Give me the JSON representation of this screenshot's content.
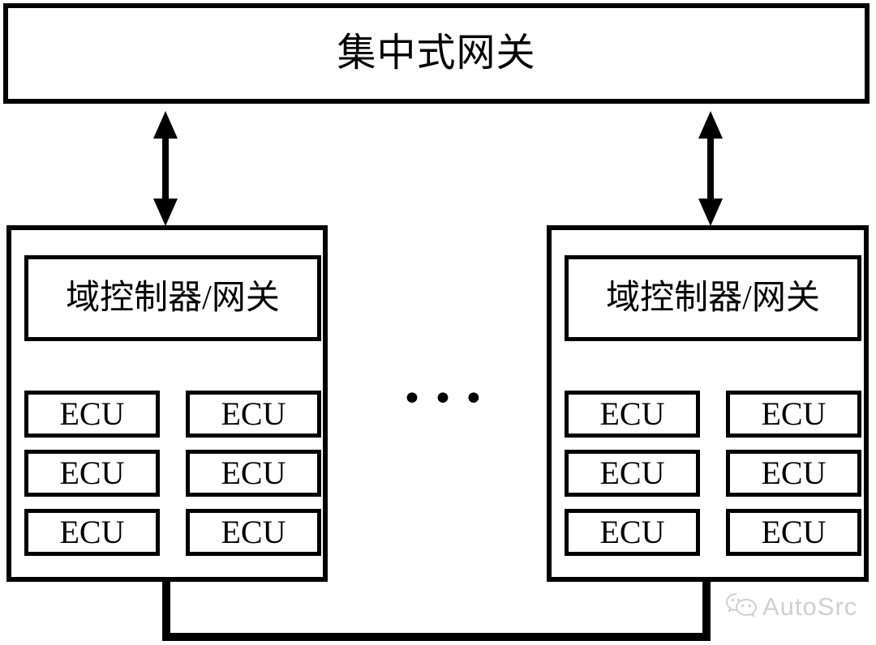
{
  "diagram": {
    "title": "集中式网关",
    "ellipsis": "•••",
    "domains": [
      {
        "label": "域控制器/网关",
        "ecus": [
          "ECU",
          "ECU",
          "ECU",
          "ECU",
          "ECU",
          "ECU"
        ]
      },
      {
        "label": "域控制器/网关",
        "ecus": [
          "ECU",
          "ECU",
          "ECU",
          "ECU",
          "ECU",
          "ECU"
        ]
      }
    ],
    "connections": {
      "arrow_style": "double-headed-vertical",
      "bottom_bus": "u-shaped-connector"
    }
  },
  "watermark": {
    "text": "AutoSrc",
    "icon": "wechat-icon"
  },
  "colors": {
    "line": "#000000",
    "background": "#ffffff",
    "watermark": "#d0d0d0"
  }
}
